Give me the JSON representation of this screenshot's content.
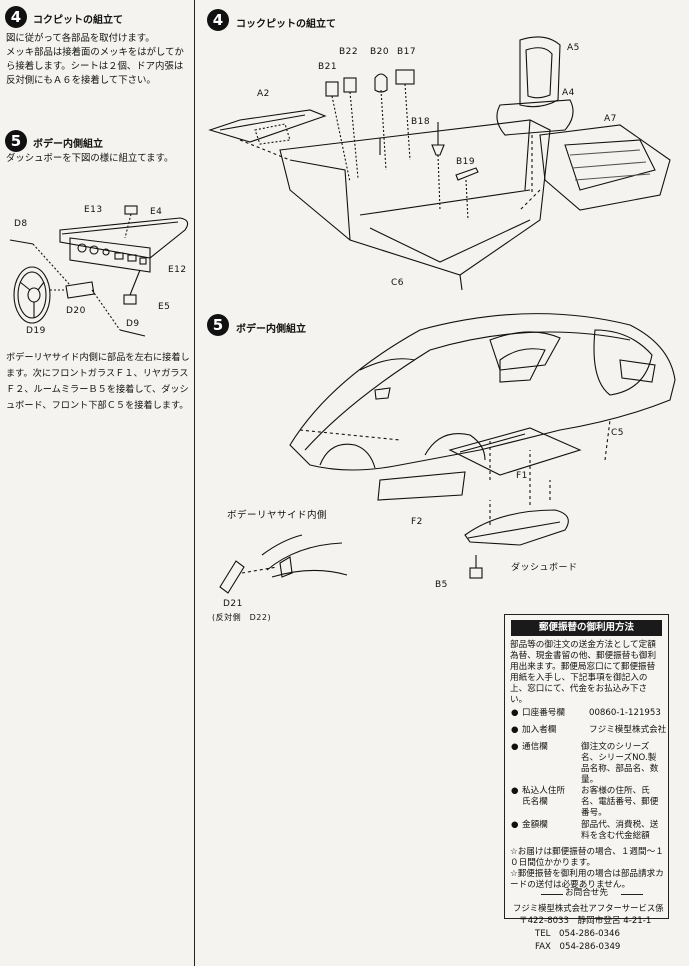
{
  "left": {
    "step4": {
      "num": "4",
      "title": "コクピットの組立て",
      "text": "図に従がって各部品を取付けます。\nメッキ部品は接着面のメッキをはがしてから接着します。シートは２個、ドア内張は反対側にもＡ６を接着して下さい。"
    },
    "step5": {
      "num": "5",
      "title": "ボデー内側組立",
      "text": "ダッシュボーを下図の様に組立てます。"
    },
    "labels": [
      "D8",
      "E13",
      "E4",
      "E12",
      "E5",
      "D20",
      "D9",
      "D19"
    ],
    "note": "ボデーリヤサイド内側に部品を左右に接着します。次にフロントガラスＦ１、リヤガラスＦ２、ルームミラーＢ５を接着して、ダッシュボード、フロント下部Ｃ５を接着します。"
  },
  "right": {
    "step4": {
      "num": "4",
      "title": "コックピットの組立て",
      "labels": [
        "A5",
        "B22",
        "B20",
        "B17",
        "A4",
        "A2",
        "B21",
        "B18",
        "A7",
        "B19",
        "C6"
      ]
    },
    "step5": {
      "num": "5",
      "title": "ボデー内側組立",
      "labels": [
        "C5",
        "F1",
        "F2",
        "ダッシュボード",
        "B5"
      ],
      "inset_title": "ボデーリヤサイド内側",
      "inset_labels": [
        "D21",
        "(反対側　D22)"
      ]
    }
  },
  "postal": {
    "header": "郵便振替の御利用方法",
    "intro": "部品等の御注文の送金方法として定額為替、現金書留の他、郵便振替も御利用出来ます。郵便局窓口にて郵便振替用紙を入手し、下記事項を御記入の上、窓口にて、代金をお払込み下さい。",
    "rows": [
      {
        "label": "口座番号欄",
        "value": "00860-1-121953"
      },
      {
        "label": "加入者欄",
        "value": "フジミ模型株式会社"
      },
      {
        "label": "通信欄",
        "value": "御注文のシリーズ名、シリーズNO.製品名称、部品名、数量。"
      },
      {
        "label": "私込人住所\n氏名欄",
        "value": "お客様の住所、氏名、電話番号、郵便番号。"
      },
      {
        "label": "金額欄",
        "value": "部品代、消費税、送料を含む代金総額"
      }
    ],
    "notes": [
      "☆お届けは郵便振替の場合、１週間～１０日間位かかります。",
      "☆郵便振替を御利用の場合は部品請求カードの送付は必要ありません。"
    ],
    "contact_title": "お問合せ先",
    "company": "フジミ模型株式会社アフターサービス係",
    "address": "〒422-8033　静岡市登呂 4-21-1",
    "tel": "TEL　054-286-0346",
    "fax": "FAX　054-286-0349"
  }
}
